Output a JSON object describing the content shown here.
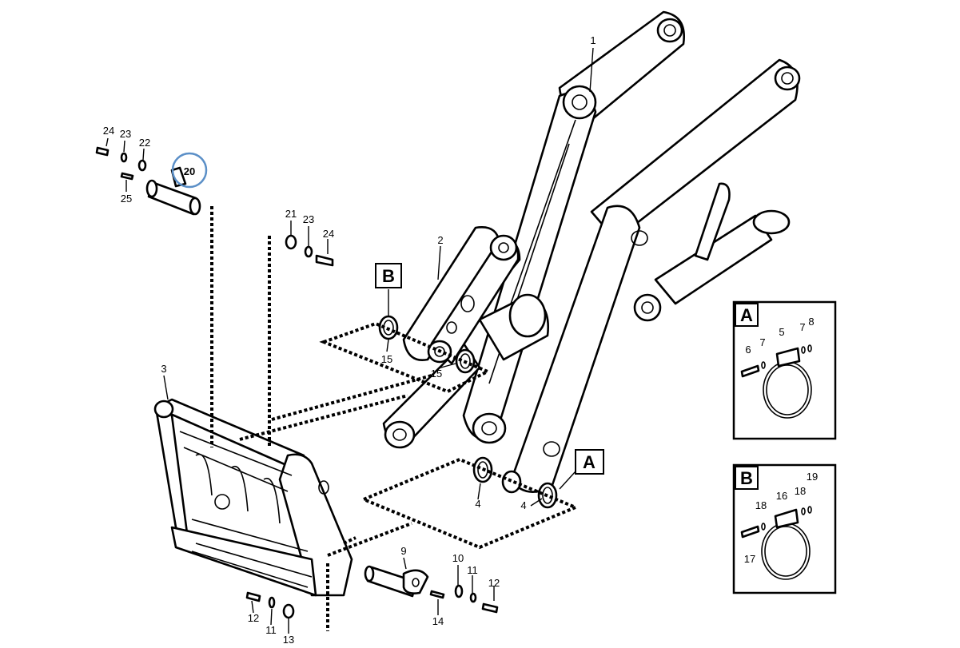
{
  "callouts": {
    "c1": "1",
    "c2": "2",
    "c3": "3",
    "c4a": "4",
    "c4b": "4",
    "c9": "9",
    "c10": "10",
    "c11": "11",
    "c12": "12",
    "c11b": "11",
    "c12b": "12",
    "c13": "13",
    "c14": "14",
    "c15a": "15",
    "c15b": "15",
    "c20": "20",
    "c21": "21",
    "c22": "22",
    "c23a": "23",
    "c23b": "23",
    "c24a": "24",
    "c24b": "24",
    "c25": "25"
  },
  "detail_a": {
    "tag": "A",
    "labels": {
      "l5": "5",
      "l6": "6",
      "l7a": "7",
      "l7b": "7",
      "l8": "8"
    }
  },
  "detail_b": {
    "tag": "B",
    "labels": {
      "l16": "16",
      "l17": "17",
      "l18a": "18",
      "l18b": "18",
      "l19": "19"
    }
  },
  "ref_tags": {
    "b_main": "B",
    "a_main": "A"
  },
  "highlight": {
    "part": "20",
    "color": "#5b8fc7"
  }
}
